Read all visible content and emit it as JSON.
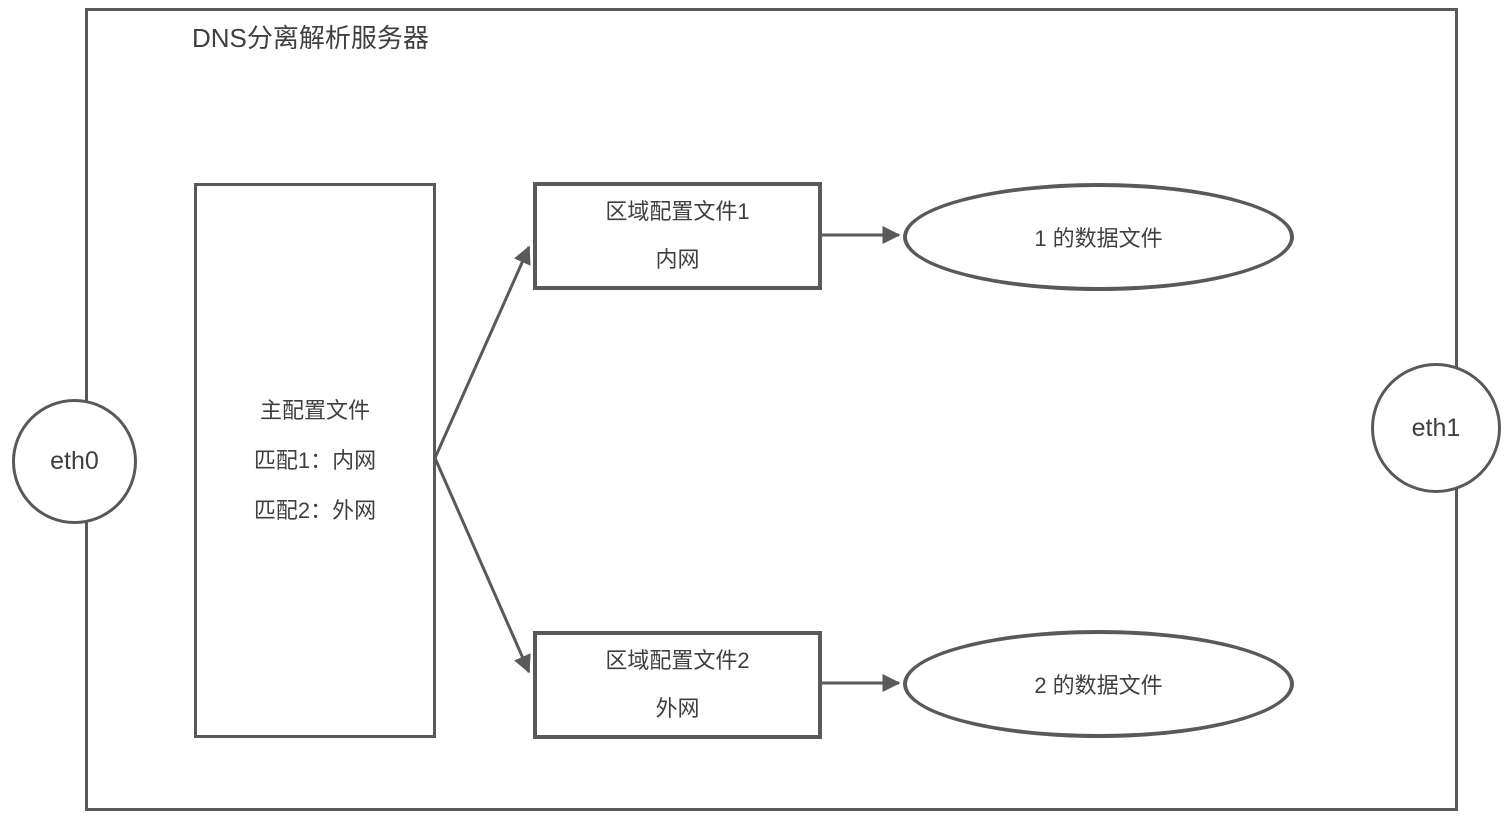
{
  "diagram": {
    "title": "DNS分离解析服务器",
    "interfaces": {
      "left": {
        "label": "eth0"
      },
      "right": {
        "label": "eth1"
      }
    },
    "main_config": {
      "lines": [
        "主配置文件",
        "匹配1：内网",
        "匹配2：外网"
      ]
    },
    "zone_config_1": {
      "title": "区域配置文件1",
      "subtitle": "内网"
    },
    "zone_config_2": {
      "title": "区域配置文件2",
      "subtitle": "外网"
    },
    "data_file_1": {
      "label": "1 的数据文件"
    },
    "data_file_2": {
      "label": "2 的数据文件"
    },
    "connections": [
      {
        "from": "main-config",
        "to": "zone-config-1"
      },
      {
        "from": "main-config",
        "to": "zone-config-2"
      },
      {
        "from": "zone-config-1",
        "to": "data-file-1"
      },
      {
        "from": "zone-config-2",
        "to": "data-file-2"
      }
    ],
    "colors": {
      "stroke": "#595959",
      "text": "#3f3f3f",
      "background": "#ffffff"
    }
  }
}
